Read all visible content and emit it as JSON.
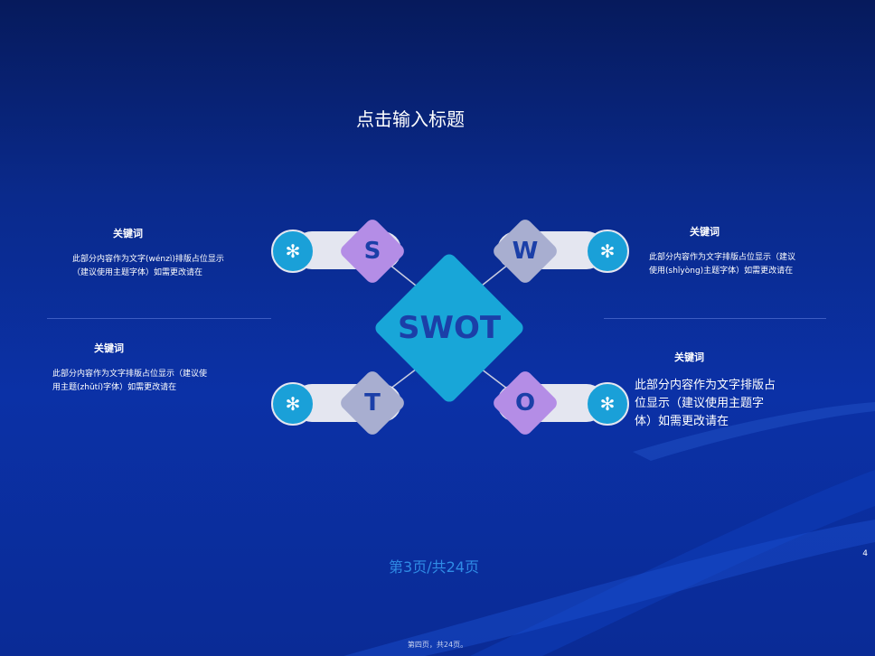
{
  "slide": {
    "title": "点击输入标题",
    "center_label": "SWOT",
    "quadrants": {
      "s": {
        "letter": "S",
        "keyword": "关键词",
        "text": "此部分内容作为文字(wénzì)排版占位显示（建议使用主题字体）如需更改请在"
      },
      "w": {
        "letter": "W",
        "keyword": "关键词",
        "text": "此部分内容作为文字排版占位显示（建议使用(shǐyòng)主题字体）如需更改请在"
      },
      "t": {
        "letter": "T",
        "keyword": "关键词",
        "text": "此部分内容作为文字排版占位显示（建议使用主题(zhǔtí)字体）如需更改请在"
      },
      "o": {
        "letter": "O",
        "keyword": "关键词",
        "text": "此部分内容作为文字排版占位显示（建议使用主题字体）如需更改请在"
      }
    },
    "page_indicator": "第3页/共24页",
    "slide_number": "4",
    "footer": "第四页，共24页。"
  },
  "colors": {
    "center_diamond": "#18a6d8",
    "s_diamond": "#b48de6",
    "w_diamond": "#a8aed0",
    "t_diamond": "#a8aed0",
    "o_diamond": "#b48de6",
    "icon_circle": "#1aa0d8"
  },
  "icons": {
    "node": "asterisk-icon"
  }
}
